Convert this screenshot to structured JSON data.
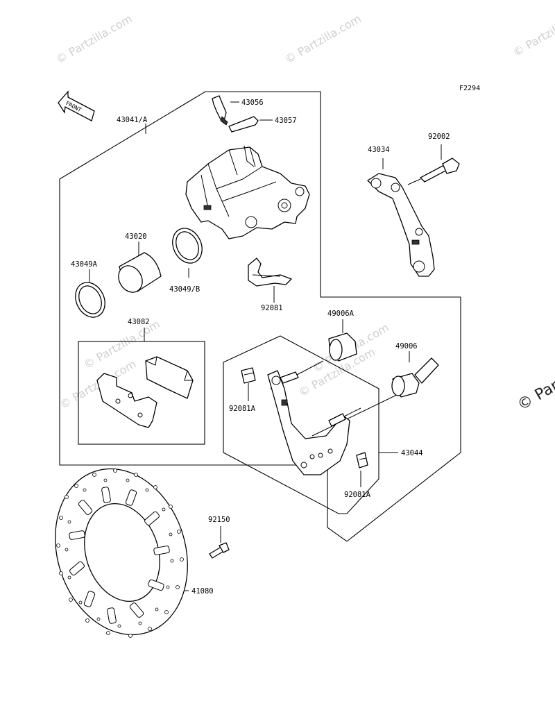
{
  "figure_code": "F2294",
  "front_label": "FRONT",
  "watermarks": [
    "© Partzilla.com",
    "© Partzilla.com",
    "© Partzilla.com",
    "© Partzilla.com",
    "© Partzilla.com",
    "© Partzilla.com",
    "© Partzilla.com"
  ],
  "watermark_large": "© Parti",
  "parts": {
    "p43041A": "43041/A",
    "p43056": "43056",
    "p43057": "43057",
    "p43034": "43034",
    "p92002": "92002",
    "p43020": "43020",
    "p43049A": "43049A",
    "p43049B": "43049/B",
    "p92081": "92081",
    "p43082": "43082",
    "p49006A": "49006A",
    "p49006": "49006",
    "p92081A_1": "92081A",
    "p92081A_2": "92081A",
    "p43044": "43044",
    "p92150": "92150",
    "p41080": "41080"
  }
}
